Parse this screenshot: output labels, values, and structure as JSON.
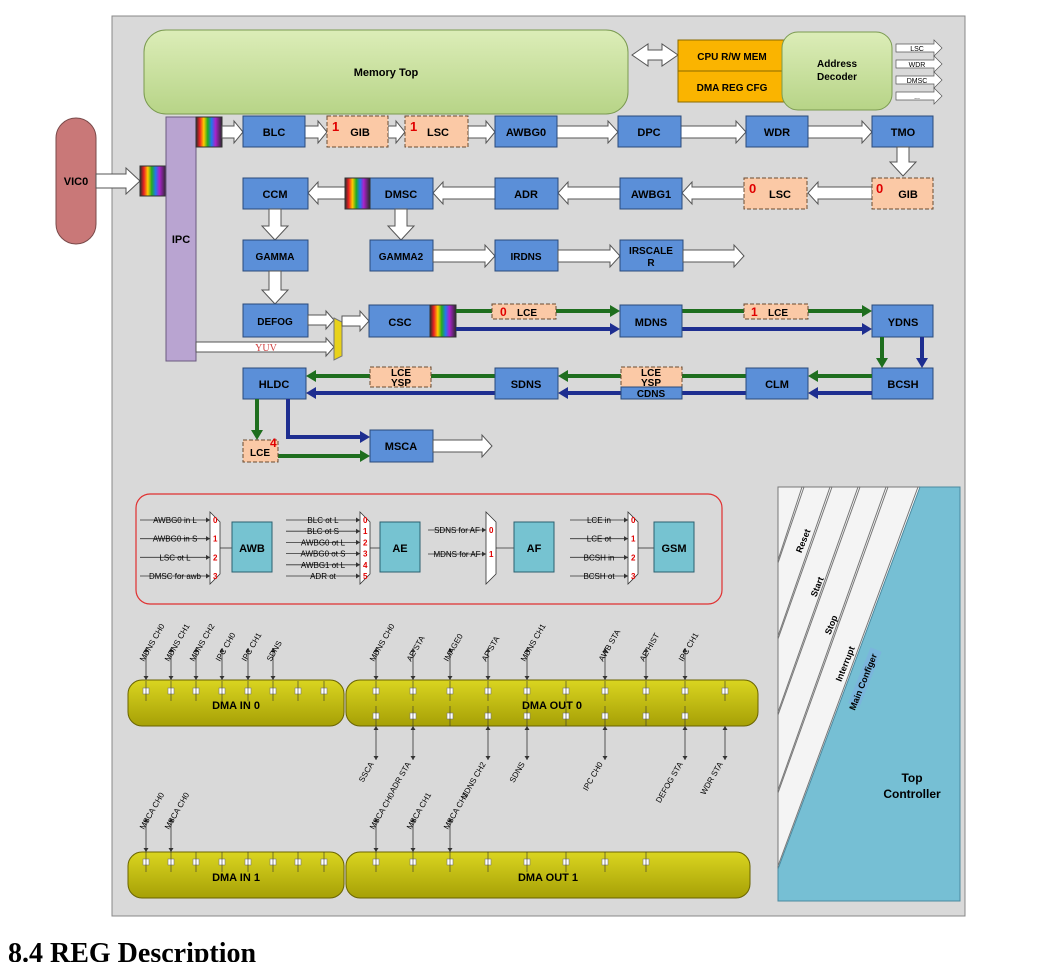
{
  "blocks": {
    "memory_top": "Memory Top",
    "cpu_rw_mem": "CPU R/W MEM",
    "dma_reg_cfg": "DMA REG CFG",
    "address_decoder": [
      "Address",
      "Decoder"
    ],
    "decoder_outputs": [
      "LSC",
      "WDR",
      "DMSC",
      "..."
    ],
    "vic0": "VIC0",
    "ipc": "IPC",
    "blc": "BLC",
    "gib": "GIB",
    "lsc": "LSC",
    "awbg0": "AWBG0",
    "dpc": "DPC",
    "wdr": "WDR",
    "tmo": "TMO",
    "ccm": "CCM",
    "dmsc": "DMSC",
    "adr": "ADR",
    "awbg1": "AWBG1",
    "gamma": "GAMMA",
    "gamma2": "GAMMA2",
    "irdns": "IRDNS",
    "irscaler": [
      "IRSCALE",
      "R"
    ],
    "defog": "DEFOG",
    "yuv": "YUV",
    "csc": "CSC",
    "lce": "LCE",
    "mdns": "MDNS",
    "ydns": "YDNS",
    "hldc": "HLDC",
    "lce_ysp": [
      "LCE",
      "YSP"
    ],
    "sdns": "SDNS",
    "cdns": "CDNS",
    "clm": "CLM",
    "bcsh": "BCSH",
    "msca": "MSCA"
  },
  "indices": {
    "gib_top": "1",
    "lsc_top": "1",
    "lsc_mid": "0",
    "gib_mid": "0",
    "lce_a": "0",
    "lce_b": "1",
    "lce_c": "4"
  },
  "stats": {
    "awb": {
      "name": "AWB",
      "inputs": [
        "AWBG0 in L",
        "AWBG0 in S",
        "LSC ot L",
        "DMSC for awb"
      ]
    },
    "ae": {
      "name": "AE",
      "inputs": [
        "BLC ot L",
        "BLC ot S",
        "AWBG0 ot L",
        "AWBG0 ot S",
        "AWBG1 ot L",
        "ADR ot"
      ]
    },
    "af": {
      "name": "AF",
      "inputs": [
        "SDNS for AF",
        "MDNS for AF"
      ]
    },
    "gsm": {
      "name": "GSM",
      "inputs": [
        "LCE in",
        "LCE ot",
        "BCSH in",
        "BCSH ot"
      ]
    }
  },
  "dma": {
    "in0": "DMA IN 0",
    "out0": "DMA OUT 0",
    "in1": "DMA IN 1",
    "out1": "DMA OUT 1",
    "in0_top": [
      "MDNS CH0",
      "MDNS CH1",
      "MDNS CH2",
      "IPC CH0",
      "IPC CH1",
      "SDNS"
    ],
    "out0_top": [
      "MDNS CH0",
      "AE STA",
      "IMAGE0",
      "AF STA",
      "MDNS CH1",
      "AWB STA",
      "AE HIST",
      "IPC CH1"
    ],
    "out0_bottom": [
      "SSCA",
      "ADR STA",
      "MDNS CH2",
      "SDNS",
      "IPC CH0",
      "DEFOG STA",
      "WDR STA"
    ],
    "in1_top": [
      "MSCA CH0",
      "MSCA CH0"
    ],
    "out1_top": [
      "MSCA CH0",
      "MSCA CH1",
      "MSCA CH1"
    ]
  },
  "controller": {
    "stripes": [
      "Reset",
      "Start",
      "Stop",
      "Interrupt"
    ],
    "main_config": "Main Configer",
    "top": [
      "Top",
      "Controller"
    ]
  },
  "caption": "8.4 REG    Description",
  "colors": {
    "block": "#5b8fd8",
    "dashed": "#fbc9a6",
    "memory": "#cde3a4",
    "mem_reg": "#fab400",
    "vic": "#c97878",
    "ipc": "#b9a4d1",
    "stats": "#76c3d1",
    "dma": "#c8c20c",
    "green_bus": "#1e6e1e",
    "blue_bus": "#1e2e90",
    "controller": "#76bfd4"
  }
}
